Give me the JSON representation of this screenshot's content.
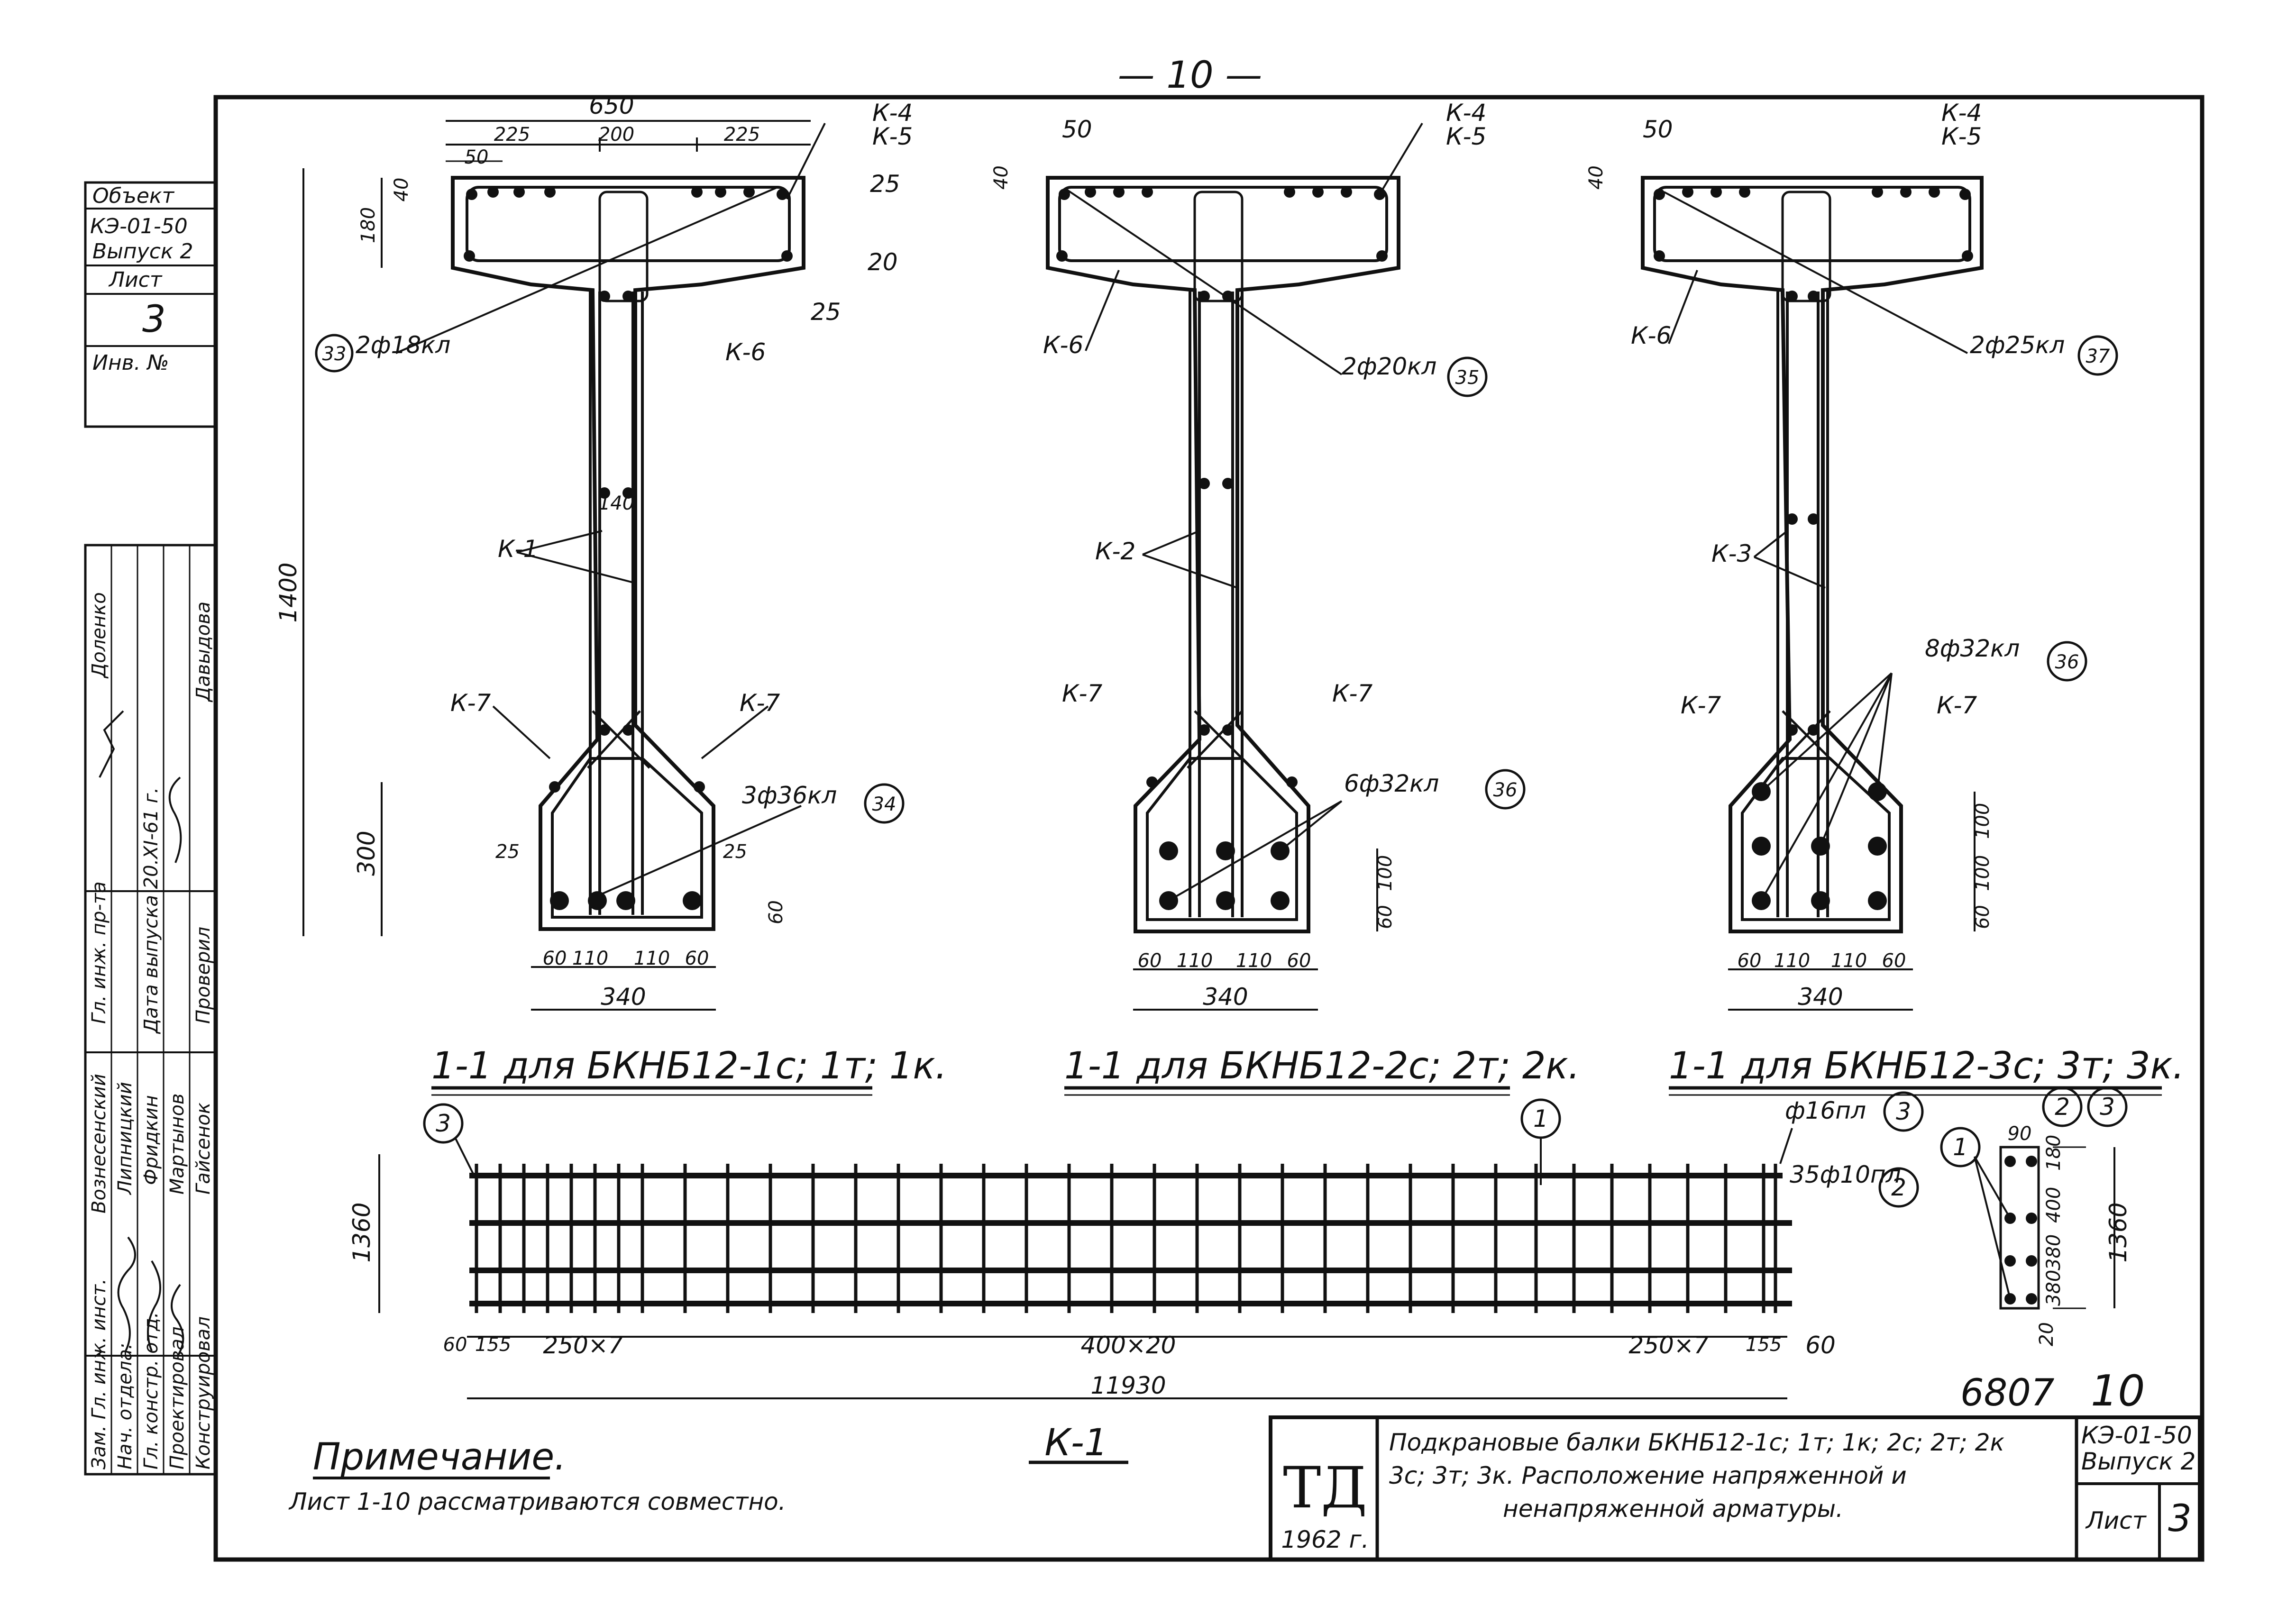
{
  "page_number": "— 10 —",
  "stamp": {
    "object_label": "Объект",
    "code": "КЭ-01-50",
    "issue": "Выпуск 2",
    "sheet_label": "Лист",
    "sheet_no": "3",
    "inv_label": "Инв. №"
  },
  "signatures": {
    "roles": [
      "Зам. Гл. инж. инст.",
      "Нач. отдела:",
      "Гл. констр. отд.",
      "Проектировал",
      "Конструировал"
    ],
    "names": [
      "Вознесенский",
      "Липницкий",
      "Фридкин",
      "Мартынов",
      "Гайсенок"
    ],
    "extra_left": "Гл. инж. пр-та",
    "extra_right": "Проверил",
    "date_label": "Дата выпуска 20.XI-61 г.",
    "checker": "Давыдова",
    "author": "Доленко"
  },
  "sections": [
    {
      "title": "1-1 для БКНБ12-1с; 1т; 1к.",
      "top_dims": [
        "650",
        "225",
        "200",
        "225",
        "50"
      ],
      "web_dim": "140",
      "height_dims": [
        "180",
        "40",
        "1400",
        "300"
      ],
      "cover_dims": [
        "25",
        "20",
        "25",
        "25",
        "25"
      ],
      "bottom_dims": [
        "60",
        "110",
        "110",
        "60"
      ],
      "total_width": "340",
      "bottom_right": "60",
      "labels": [
        "К-4",
        "К-5",
        "К-6",
        "К-1",
        "К-7",
        "К-7"
      ],
      "bar_note_a": "2ф18кл",
      "bar_mark_a": "33",
      "bar_note_b": "3ф36кл",
      "bar_mark_b": "34"
    },
    {
      "title": "1-1 для БКНБ12-2с; 2т; 2к.",
      "top_dims": [
        "50",
        "40"
      ],
      "bottom_dims": [
        "60",
        "110",
        "110",
        "60"
      ],
      "total_width": "340",
      "side_dims": [
        "100",
        "60"
      ],
      "labels": [
        "К-4",
        "К-5",
        "К-6",
        "К-2",
        "К-7",
        "К-7"
      ],
      "bar_note_a": "2ф20кл",
      "bar_mark_a": "35",
      "bar_note_b": "6ф32кл",
      "bar_mark_b": "36"
    },
    {
      "title": "1-1 для БКНБ12-3с; 3т; 3к.",
      "top_dims": [
        "50",
        "40"
      ],
      "bottom_dims": [
        "60",
        "110",
        "110",
        "60"
      ],
      "total_width": "340",
      "side_dims": [
        "100",
        "100",
        "60"
      ],
      "labels": [
        "К-4",
        "К-5",
        "К-6",
        "К-3",
        "К-7",
        "К-7"
      ],
      "bar_note_a": "2ф25кл",
      "bar_mark_a": "37",
      "bar_note_b": "8ф32кл",
      "bar_mark_b": "36"
    }
  ],
  "frame": {
    "title": "К-1",
    "height": "1360",
    "dims": [
      "60",
      "155",
      "250×7",
      "400×20",
      "250×7",
      "155",
      "60"
    ],
    "total": "11930",
    "marks": [
      "3",
      "1"
    ],
    "bar_a": "ф16пл",
    "bar_a_mark": "3",
    "bar_b": "35ф10пл",
    "bar_b_mark": "2",
    "side": {
      "dims": [
        "90",
        "180",
        "400",
        "380",
        "380",
        "20"
      ],
      "height": "1360",
      "marks": [
        "1",
        "2",
        "3"
      ]
    }
  },
  "note": {
    "title": "Примечание.",
    "text": "Лист 1-10 рассматриваются совместно."
  },
  "title_block": {
    "org": "ТД",
    "year": "1962 г.",
    "line1": "Подкрановые балки БКНБ12-1с; 1т; 1к; 2с; 2т; 2к",
    "line2": "3с; 3т; 3к. Расположение напряженной и",
    "line3": "ненапряженной арматуры.",
    "code": "КЭ-01-50",
    "issue": "Выпуск 2",
    "sheet_label": "Лист",
    "sheet_no": "3",
    "number": "6807",
    "handwritten": "10"
  }
}
